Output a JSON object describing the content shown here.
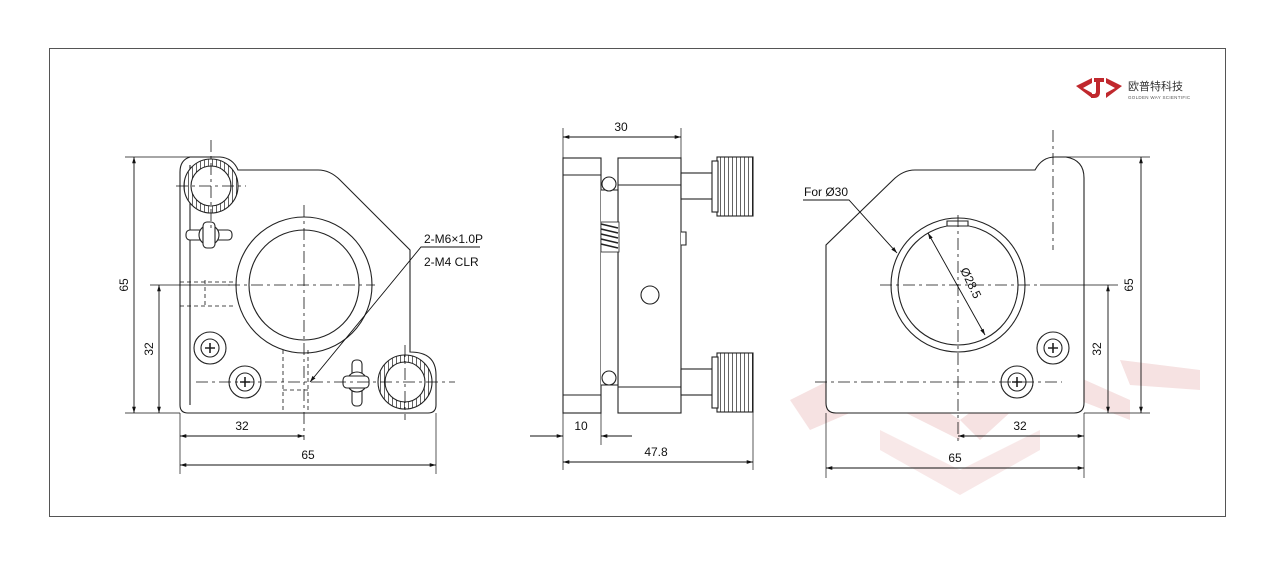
{
  "brand": {
    "name_cn": "欧普特科技",
    "name_en": "GOLDEN WAY SCIENTIFIC",
    "accent": "#c0282d"
  },
  "front_view": {
    "dim_height": "65",
    "dim_center_height": "32",
    "dim_center_width": "32",
    "dim_width": "65",
    "callout_top": "2-M6×1.0P",
    "callout_bottom": "2-M4 CLR"
  },
  "side_view": {
    "dim_top": "30",
    "dim_offset": "10",
    "dim_bottom": "47.8"
  },
  "rear_view": {
    "callout": "For Ø30",
    "dim_diameter": "Ø28.5",
    "dim_height": "65",
    "dim_center_height": "32",
    "dim_center_width": "32",
    "dim_width": "65"
  },
  "colors": {
    "line": "#111111",
    "watermark": "#f4dcdc"
  }
}
